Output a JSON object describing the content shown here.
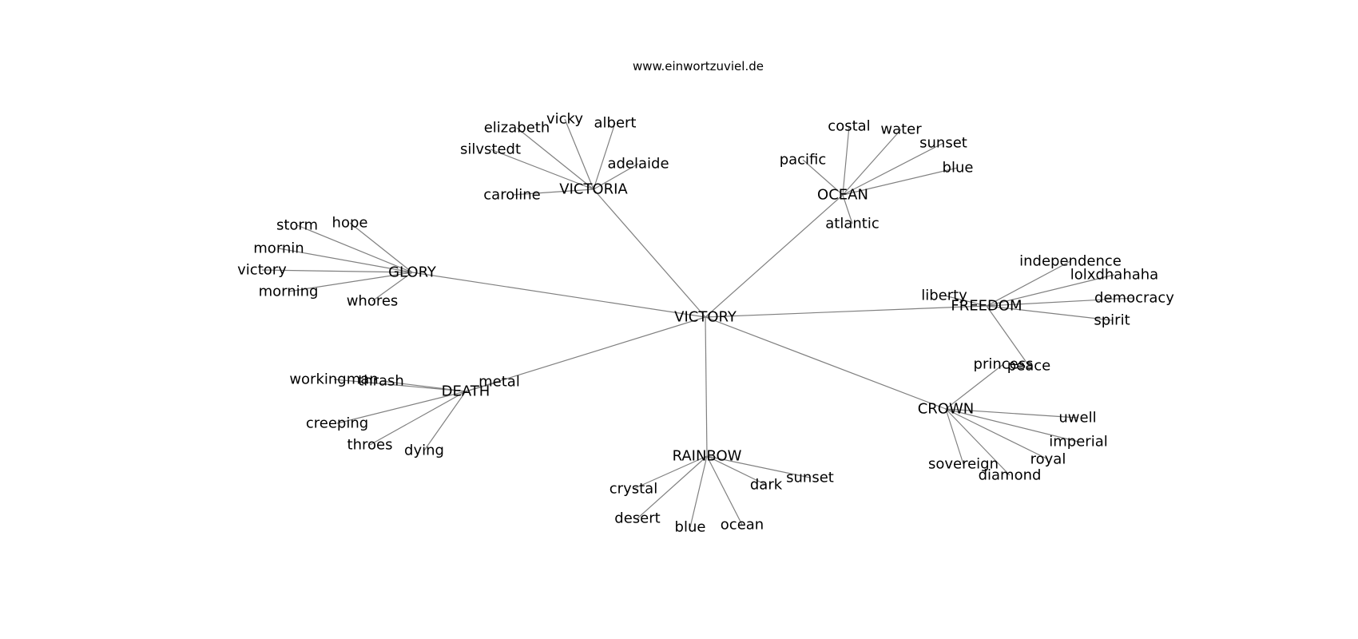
{
  "title": "www.einwortzuviel.de",
  "edge_color": "#808080",
  "graph": {
    "root": "VICTORY",
    "hubs": [
      {
        "label": "VICTORIA",
        "leaves": [
          "vicky",
          "elizabeth",
          "albert",
          "silvstedt",
          "adelaide",
          "caroline"
        ]
      },
      {
        "label": "OCEAN",
        "leaves": [
          "costal",
          "water",
          "sunset",
          "pacific",
          "blue",
          "atlantic"
        ]
      },
      {
        "label": "GLORY",
        "leaves": [
          "hope",
          "storm",
          "mornin",
          "victory",
          "morning",
          "whores"
        ]
      },
      {
        "label": "FREEDOM",
        "leaves": [
          "independence",
          "lolxdhahaha",
          "liberty",
          "democracy",
          "spirit",
          "peace"
        ]
      },
      {
        "label": "DEATH",
        "leaves": [
          "metal",
          "workingman",
          "thrash",
          "creeping",
          "throes",
          "dying"
        ]
      },
      {
        "label": "CROWN",
        "leaves": [
          "princess",
          "uwell",
          "imperial",
          "royal",
          "sovereign",
          "diamond"
        ]
      },
      {
        "label": "RAINBOW",
        "leaves": [
          "sunset",
          "dark",
          "crystal",
          "desert",
          "blue",
          "ocean"
        ]
      }
    ]
  }
}
